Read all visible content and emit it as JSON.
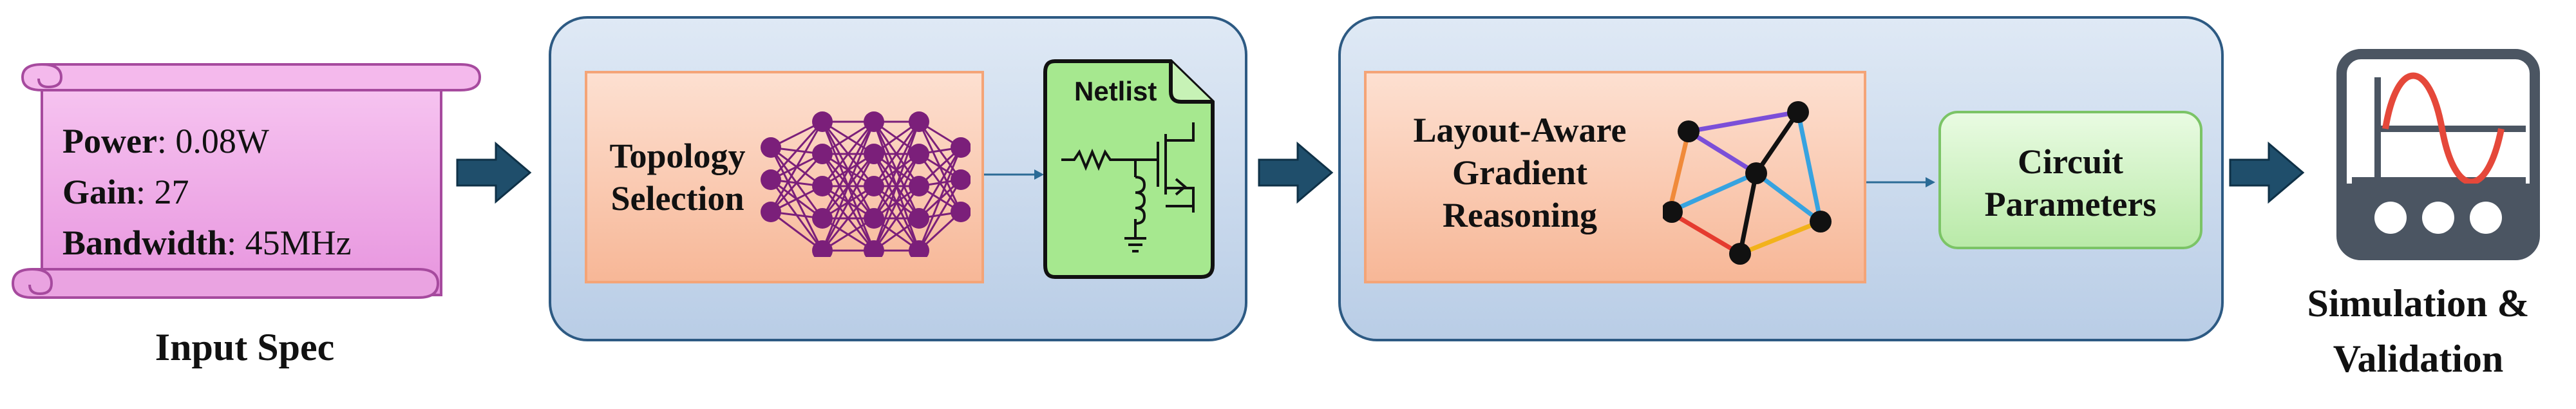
{
  "input_spec": {
    "power_label": "Power",
    "power_value": ": 0.08W",
    "gain_label": "Gain",
    "gain_value": ": 27",
    "bandwidth_label": "Bandwidth",
    "bandwidth_value": ": 45MHz",
    "caption": "Input Spec"
  },
  "stage1": {
    "topology_label": "Topology\nSelection",
    "netlist_label": "Netlist"
  },
  "stage2": {
    "reasoning_label": "Layout-Aware\nGradient\nReasoning",
    "params_label": "Circuit\nParameters"
  },
  "output": {
    "caption_line1": "Simulation &",
    "caption_line2": "Validation"
  },
  "colors": {
    "panel_border": "#2d5a83",
    "arrow": "#1f4e6b",
    "neuron": "#7b1f7a",
    "scroll_fill": "#f0aee9",
    "netlist_fill": "#a6e88f",
    "sine": "#e5483a",
    "monitor": "#4b5562"
  }
}
